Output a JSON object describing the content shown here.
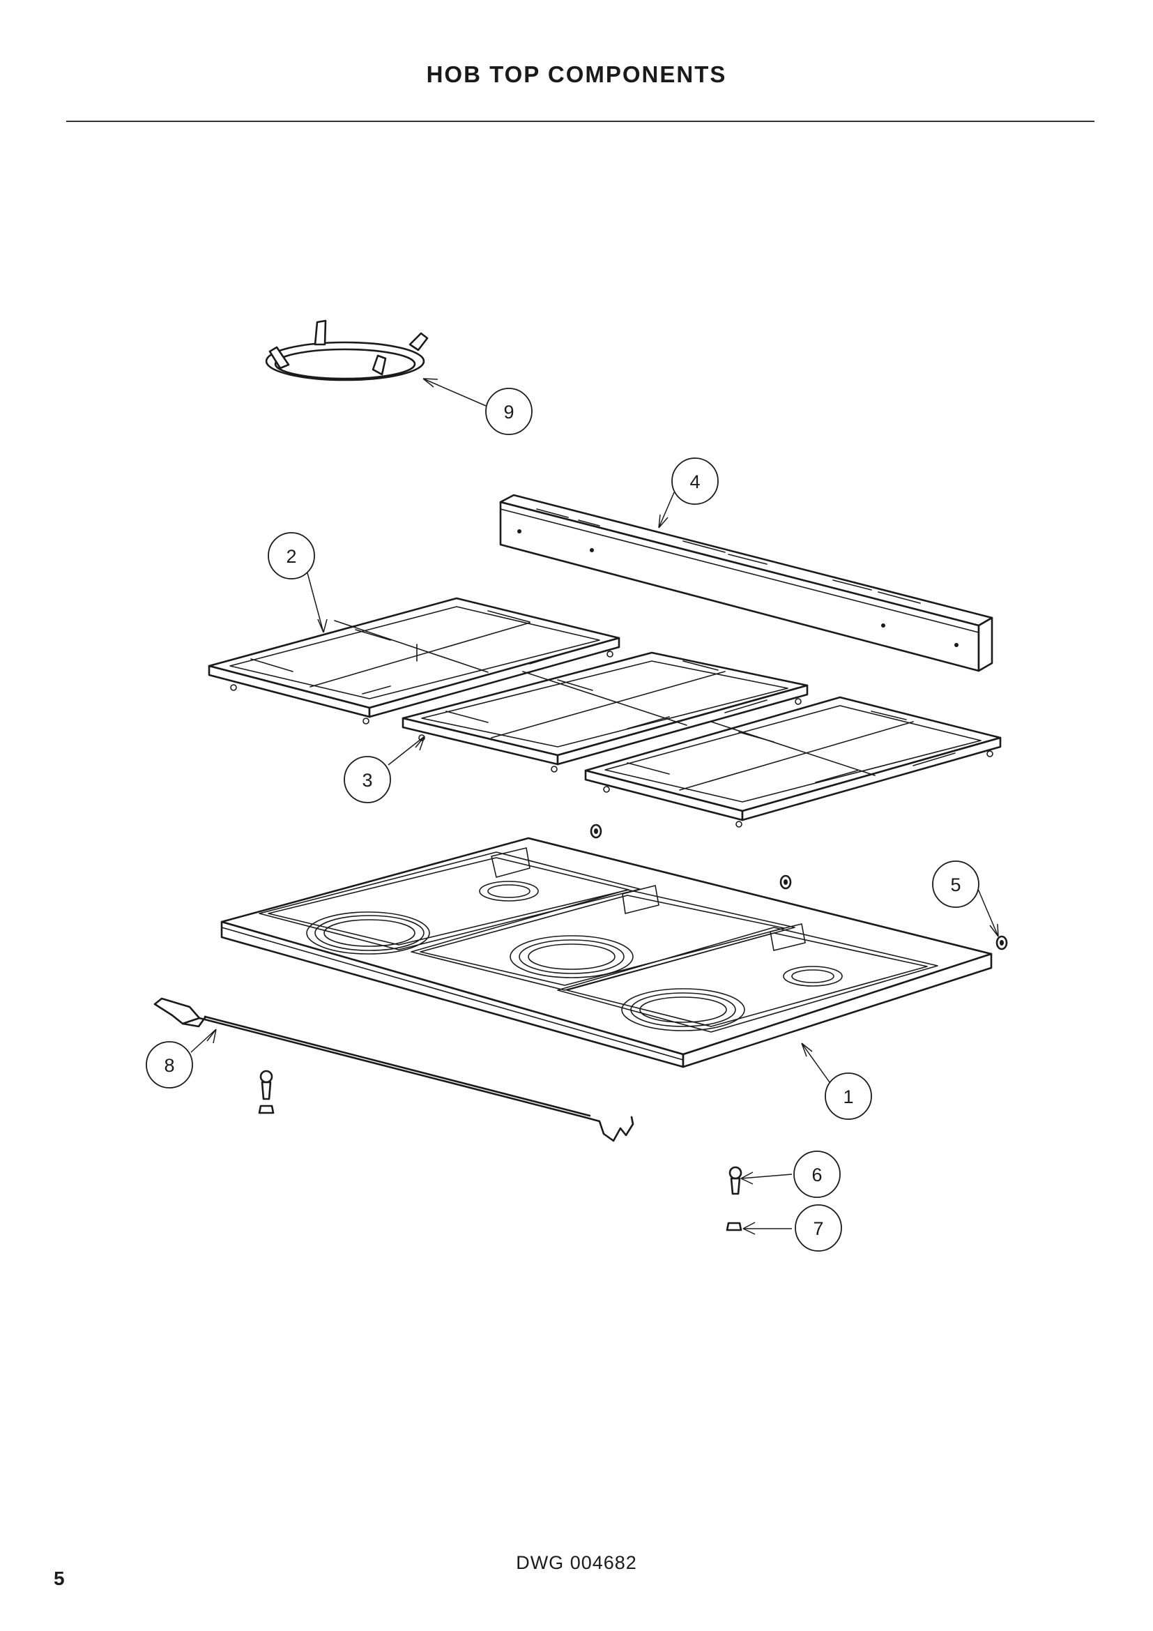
{
  "page": {
    "title": "HOB TOP COMPONENTS",
    "drawing_number": "DWG 004682",
    "page_number": "5"
  },
  "callouts": [
    {
      "id": "1",
      "label": "1"
    },
    {
      "id": "2",
      "label": "2"
    },
    {
      "id": "3",
      "label": "3"
    },
    {
      "id": "4",
      "label": "4"
    },
    {
      "id": "5",
      "label": "5"
    },
    {
      "id": "6",
      "label": "6"
    },
    {
      "id": "7",
      "label": "7"
    },
    {
      "id": "8",
      "label": "8"
    },
    {
      "id": "9",
      "label": "9"
    }
  ]
}
